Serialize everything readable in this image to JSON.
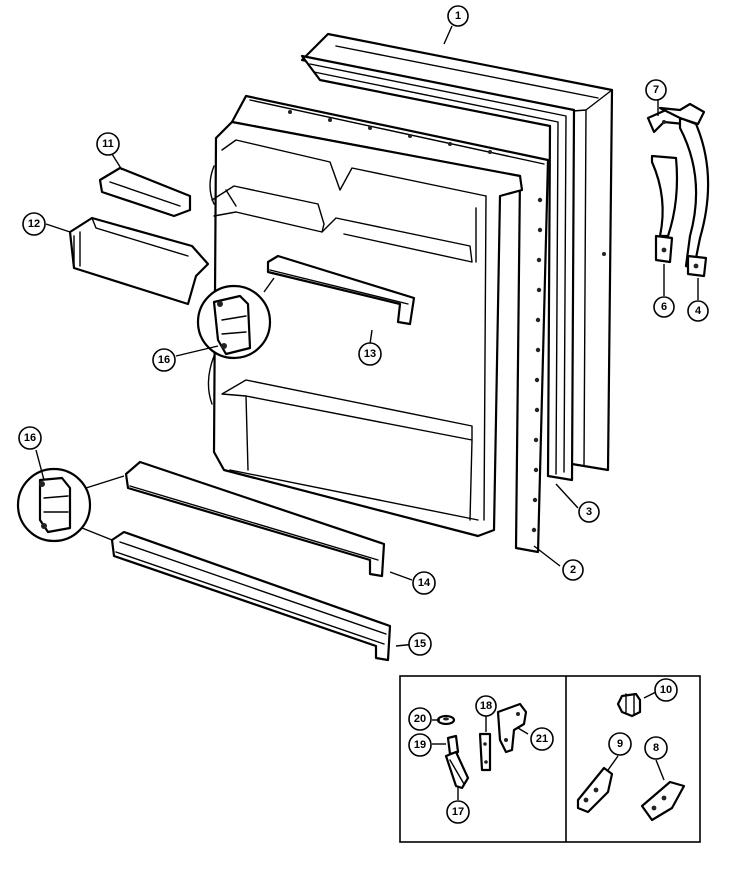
{
  "diagram": {
    "colors": {
      "line": "#000000",
      "background": "#ffffff"
    },
    "callouts": {
      "c1": "1",
      "c2": "2",
      "c3": "3",
      "c4": "4",
      "c5": "6",
      "c6": "7",
      "c7": "11",
      "c8": "12",
      "c9": "16",
      "c10": "13",
      "c11": "16",
      "c12": "14",
      "c13": "15",
      "c14": "20",
      "c15": "19",
      "c16": "18",
      "c17": "21",
      "c18": "17",
      "c19": "10",
      "c20": "9",
      "c21": "8"
    }
  }
}
